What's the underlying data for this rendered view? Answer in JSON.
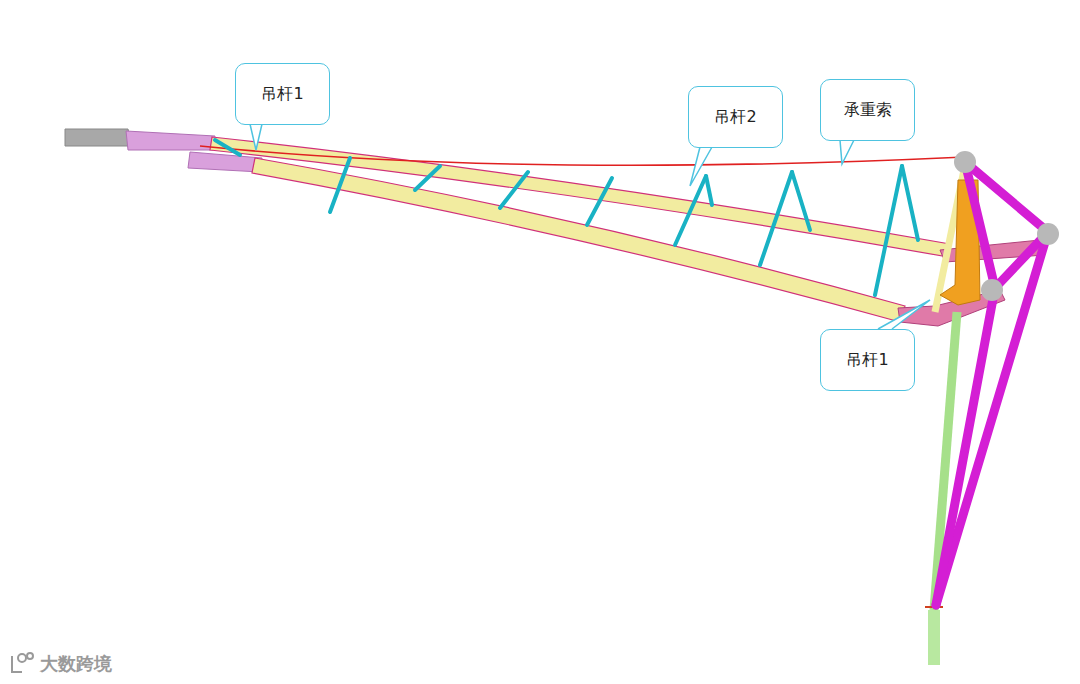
{
  "diagram": {
    "nodes": [
      {
        "text": [
          "吊杆1"
        ]
      },
      {
        "text": [
          "吊杆2"
        ]
      },
      {
        "text": [
          "承重索"
        ]
      },
      {
        "text": [
          "吊杆1"
        ]
      }
    ],
    "labels": [
      "大数跨境"
    ]
  }
}
